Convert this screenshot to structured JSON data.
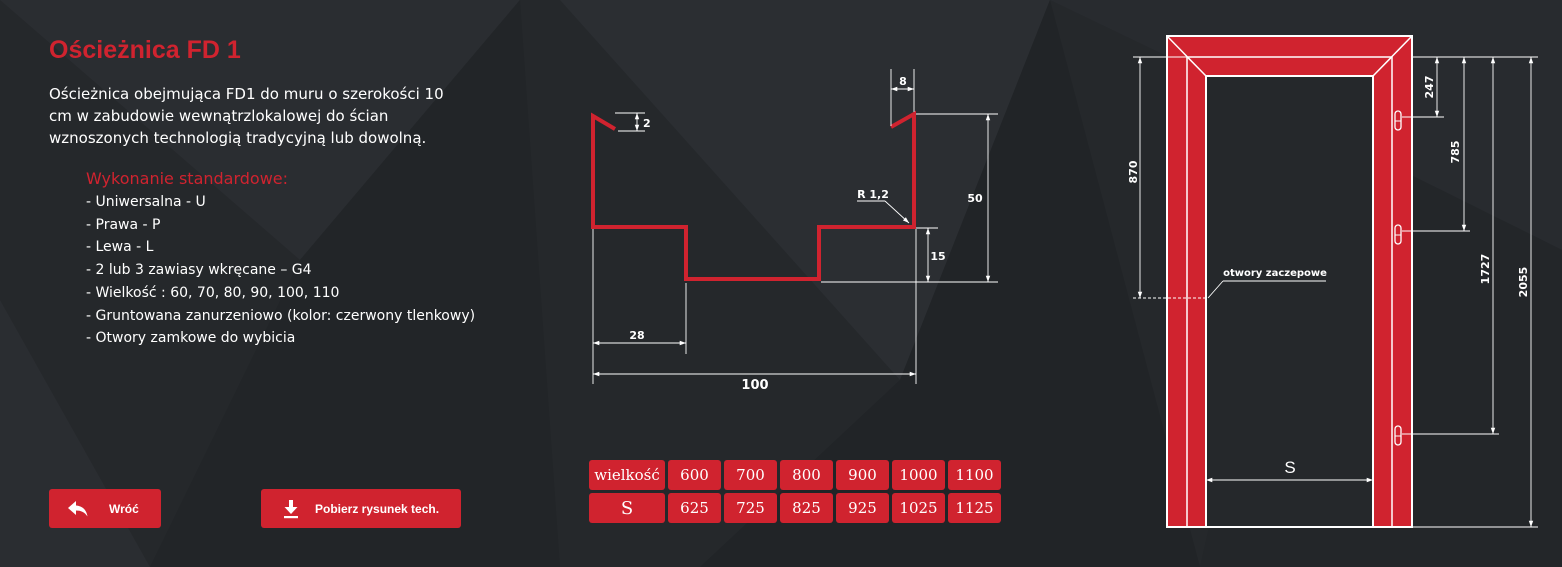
{
  "page": {
    "title": "Ościeżnica FD 1",
    "description": "Ościeżnica obejmująca FD1 do muru o szerokości 10 cm w zabudowie wewnątrzlokalowej do ścian wznoszonych technologią tradycyjną lub dowolną."
  },
  "spec": {
    "heading": "Wykonanie standardowe:",
    "items": [
      "- Uniwersalna - U",
      "- Prawa - P",
      "- Lewa - L",
      "- 2 lub 3 zawiasy wkręcane – G4",
      "- Wielkość : 60, 70, 80, 90, 100, 110",
      "- Gruntowana zanurzeniowo (kolor: czerwony tlenkowy)",
      "- Otwory zamkowe do wybicia"
    ]
  },
  "buttons": {
    "back_label": "Wróć",
    "download_label": "Pobierz rysunek tech."
  },
  "profile_dims": {
    "d8": "8",
    "d2": "2",
    "r": "R 1,2",
    "d50": "50",
    "d15": "15",
    "d28": "28",
    "d100": "100"
  },
  "size_table": {
    "row1_label": "wielkość",
    "row1": [
      "600",
      "700",
      "800",
      "900",
      "1000",
      "1100"
    ],
    "row2_label": "S",
    "row2": [
      "625",
      "725",
      "825",
      "925",
      "1025",
      "1125"
    ]
  },
  "frame_dims": {
    "d870": "870",
    "d247": "247",
    "d785": "785",
    "d1727": "1727",
    "d2055": "2055",
    "holes_label": "otwory zaczepowe",
    "s_label": "S"
  },
  "colors": {
    "accent": "#d0232f",
    "background": "#25282b",
    "text": "#ffffff"
  },
  "icons": {
    "back": "reply-arrow-icon",
    "download": "download-icon"
  }
}
